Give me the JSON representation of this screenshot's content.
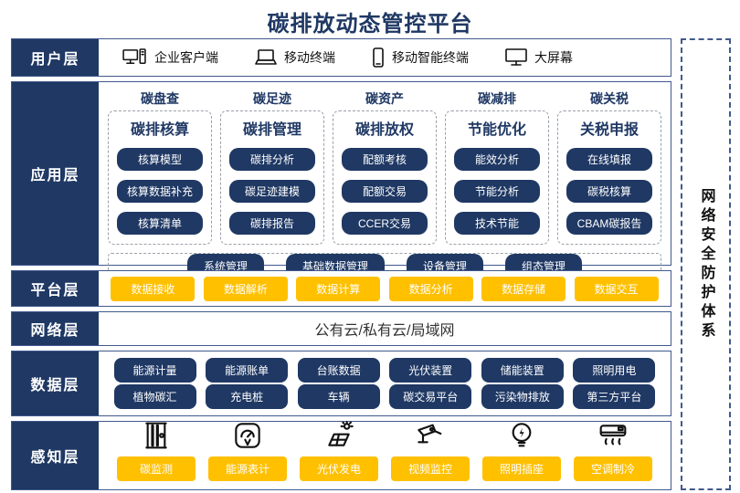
{
  "title": "碳排放动态管控平台",
  "colors": {
    "navy": "#1f3864",
    "yellow": "#ffc000",
    "border_blue": "#41598c"
  },
  "security_strip": {
    "label": "网络安全防护体系"
  },
  "layers": {
    "user": {
      "label": "用户层",
      "devices": [
        {
          "icon": "desktop-pc-icon",
          "label": "企业客户端"
        },
        {
          "icon": "laptop-icon",
          "label": "移动终端"
        },
        {
          "icon": "smartphone-icon",
          "label": "移动智能终端"
        },
        {
          "icon": "big-screen-icon",
          "label": "大屏幕"
        }
      ]
    },
    "application": {
      "label": "应用层",
      "columns": [
        {
          "header": "碳盘查",
          "title": "碳排核算",
          "items": [
            "核算模型",
            "核算数据补充",
            "核算清单"
          ]
        },
        {
          "header": "碳足迹",
          "title": "碳排管理",
          "items": [
            "碳排分析",
            "碳足迹建模",
            "碳排报告"
          ]
        },
        {
          "header": "碳资产",
          "title": "碳排放权",
          "items": [
            "配额考核",
            "配额交易",
            "CCER交易"
          ]
        },
        {
          "header": "碳减排",
          "title": "节能优化",
          "items": [
            "能效分析",
            "节能分析",
            "技术节能"
          ]
        },
        {
          "header": "碳关税",
          "title": "关税申报",
          "items": [
            "在线填报",
            "碳税核算",
            "CBAM碳报告"
          ]
        }
      ],
      "common_items": [
        "系统管理",
        "基础数据管理",
        "设备管理",
        "组态管理"
      ]
    },
    "platform": {
      "label": "平台层",
      "items": [
        "数据接收",
        "数据解析",
        "数据计算",
        "数据分析",
        "数据存储",
        "数据交互"
      ]
    },
    "network": {
      "label": "网络层",
      "text": "公有云/私有云/局域网"
    },
    "data": {
      "label": "数据层",
      "rows": [
        [
          "能源计量",
          "能源账单",
          "台账数据",
          "光伏装置",
          "储能装置",
          "照明用电"
        ],
        [
          "植物碳汇",
          "充电桩",
          "车辆",
          "碳交易平台",
          "污染物排放",
          "第三方平台"
        ]
      ]
    },
    "perception": {
      "label": "感知层",
      "items": [
        {
          "icon": "carbon-monitor-icon",
          "label": "碳监测"
        },
        {
          "icon": "energy-meter-icon",
          "label": "能源表计"
        },
        {
          "icon": "solar-power-icon",
          "label": "光伏发电"
        },
        {
          "icon": "cctv-icon",
          "label": "视频监控"
        },
        {
          "icon": "bulb-icon",
          "label": "照明插座"
        },
        {
          "icon": "air-conditioner-icon",
          "label": "空调制冷"
        }
      ]
    }
  }
}
